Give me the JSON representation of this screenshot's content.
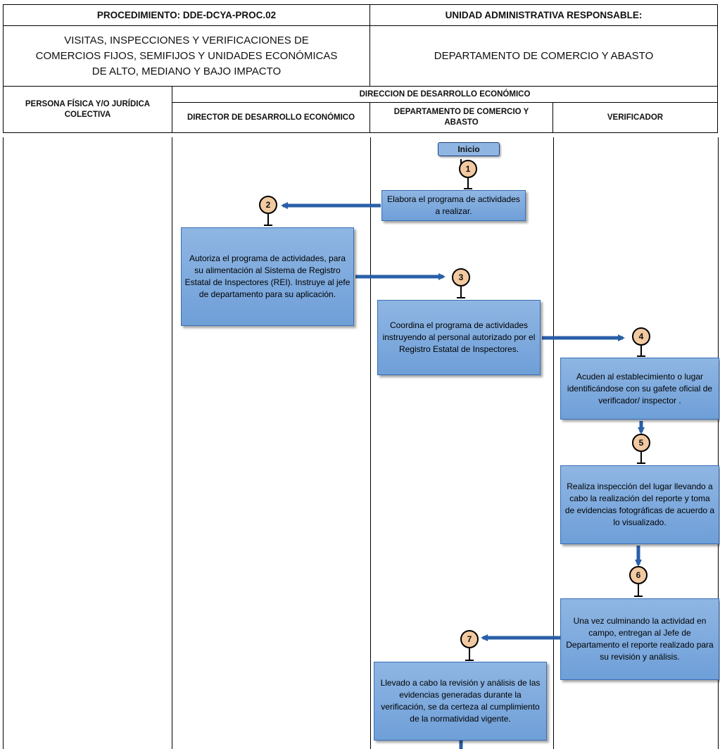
{
  "header": {
    "procedure_label": "PROCEDIMIENTO: DDE-DCYA-PROC.02",
    "unit_label": "UNIDAD ADMINISTRATIVA RESPONSABLE:",
    "procedure_name_lines": [
      "VISITAS, INSPECCIONES Y VERIFICACIONES DE",
      "COMERCIOS FIJOS, SEMIFIJOS Y UNIDADES ECONÓMICAS",
      "DE ALTO, MEDIANO Y BAJO IMPACTO"
    ],
    "unit_name": "DEPARTAMENTO DE COMERCIO Y ABASTO"
  },
  "lanes": {
    "group_title": "DIRECCION DE DESARROLLO ECONÓMICO",
    "persona_lines": [
      "PERSONA FÍSICA Y/O JURÍDICA",
      "COLECTIVA"
    ],
    "director": "DIRECTOR DE DESARROLLO ECONÓMICO",
    "departamento_lines": [
      "DEPARTAMENTO DE COMERCIO Y",
      "ABASTO"
    ],
    "verificador": "VERIFICADOR"
  },
  "flow": {
    "start_label": "Inicio",
    "nodes": [
      "1",
      "2",
      "3",
      "4",
      "5",
      "6",
      "7"
    ],
    "steps": {
      "s1": "Elabora el programa de actividades a realizar.",
      "s2": "Autoriza el programa de actividades, para su alimentación al Sistema de Registro Estatal de Inspectores (REI). Instruye al jefe de departamento para su aplicación.",
      "s3": "Coordina el programa de actividades instruyendo al personal autorizado por el Registro Estatal de Inspectores.",
      "s4": "Acuden al establecimiento o lugar identificándose con su gafete oficial de verificador/ inspector .",
      "s5": "Realiza inspección del lugar llevando a cabo la realización del reporte y toma de evidencias fotográficas de acuerdo a lo visualizado.",
      "s6": "Una vez culminando la actividad en campo, entregan al Jefe de Departamento el reporte realizado para su revisión y análisis.",
      "s7": "Llevado a cabo la revisión y análisis de las evidencias generadas durante la verificación, se da certeza al cumplimiento de la normatividad vigente."
    }
  },
  "colors": {
    "box_fill": "#7aa8dd",
    "box_border": "#3a6eb5",
    "arrow": "#2a5fa8",
    "node_fill": "#f2c9a0"
  }
}
